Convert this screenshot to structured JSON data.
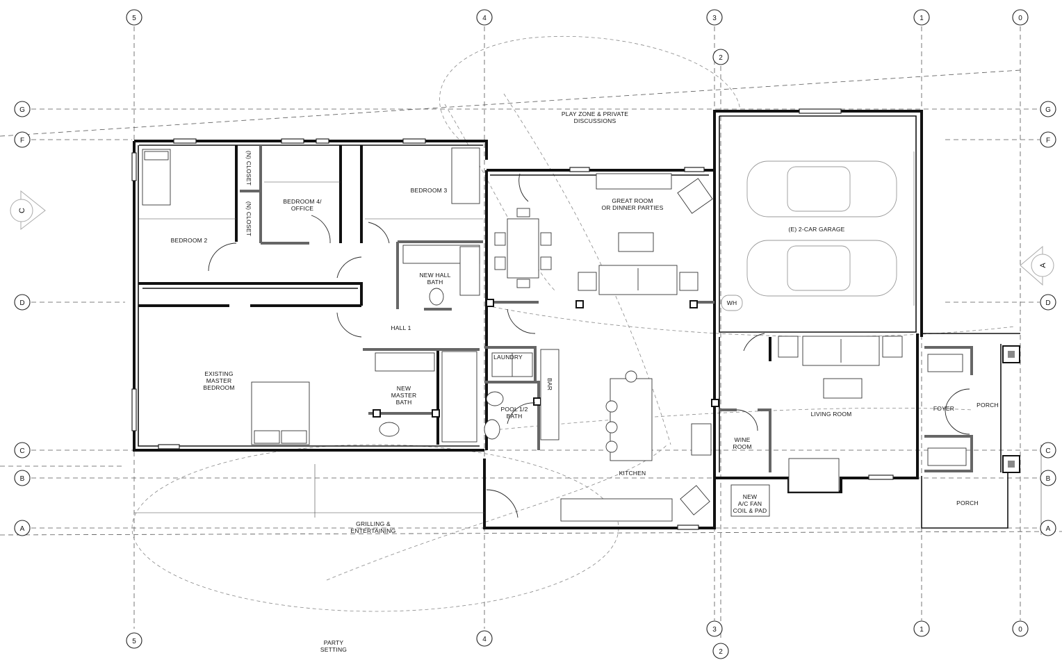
{
  "grid": {
    "columns": [
      "5",
      "4",
      "3",
      "2",
      "1",
      "0"
    ],
    "rows": [
      "G",
      "F",
      "D",
      "C",
      "B",
      "A"
    ]
  },
  "section_markers": [
    "C",
    "A"
  ],
  "rooms": {
    "play_zone": [
      "PLAY ZONE & PRIVATE",
      "DISCUSSIONS"
    ],
    "great_room": [
      "GREAT ROOM",
      "OR DINNER PARTIES"
    ],
    "garage": "(E) 2-CAR GARAGE",
    "bedroom_2": "BEDROOM 2",
    "bedroom_4": [
      "BEDROOM 4/",
      "OFFICE"
    ],
    "bedroom_3": "BEDROOM 3",
    "closet_1": "(N) CLOSET",
    "closet_2": "(N) CLOSET",
    "hall_bath": [
      "NEW HALL",
      "BATH"
    ],
    "hall_1": "HALL 1",
    "master_bedroom": [
      "EXISTING",
      "MASTER",
      "BEDROOM"
    ],
    "master_bath": [
      "NEW",
      "MASTER",
      "BATH"
    ],
    "laundry": "LAUNDRY",
    "bar": "BAR",
    "pool_bath": [
      "POOL 1/2",
      "BATH"
    ],
    "kitchen": "KITCHEN",
    "wine_room": [
      "WINE",
      "ROOM"
    ],
    "living_room": "LIVING ROOM",
    "foyer": "FOYER",
    "porch_upper": "PORCH",
    "porch_lower": "PORCH",
    "ac_fan": [
      "NEW",
      "A/C FAN",
      "COIL & PAD"
    ],
    "water_heater": "WH",
    "grilling": [
      "GRILLING &",
      "ENTERTAINING"
    ],
    "party": [
      "PARTY",
      "SETTING"
    ]
  }
}
